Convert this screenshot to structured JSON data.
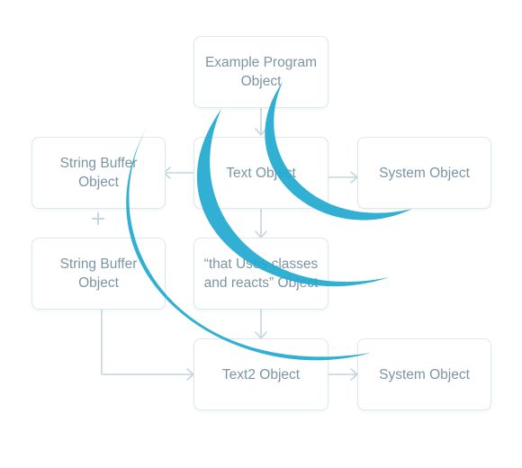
{
  "nodes": {
    "example_program": "Example Program\nObject",
    "text_object": "Text Object",
    "system_object_top": "System Object",
    "string_buffer_top": "String Buffer\nObject",
    "string_buffer_bottom": "String Buffer\nObject",
    "uses_classes": "“that Uses classes\nand reacts” Object",
    "text2_object": "Text2 Object",
    "system_object_bottom": "System Object"
  },
  "colors": {
    "connector": "#c4d6de",
    "node_border": "#dde7ec",
    "node_text": "#7b95a3",
    "logo": "#1fa9d0"
  },
  "icons": {
    "plus": "plus-icon",
    "logo": "jquery-swoosh-logo"
  }
}
